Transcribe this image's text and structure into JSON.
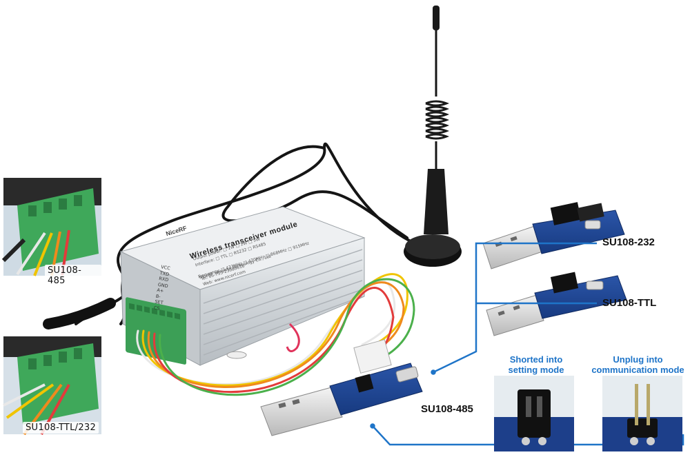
{
  "device": {
    "brand": "NiceRF",
    "title": "Wireless transceiver module",
    "pins": [
      "VCC",
      "TXD",
      "RXD",
      "GND",
      "A+",
      "B-",
      "SET",
      "CS"
    ],
    "spec_lines": [
      "Output power: □ 1W  □ 2W  □ 5W",
      "Interface: □ TTL  □ RS232  □ RS485",
      "Frequency: □ 433MHz □ 470MHz □ 868MHz □ 915MHz",
      "NiceRF Wireless Technology Co., Ltd",
      "Tel: 86-755-23080616",
      "Web: www.nicerf.com"
    ]
  },
  "insets": {
    "top_label": "SU108-485",
    "bottom_label": "SU108-TTL/232"
  },
  "adapters": {
    "a232": "SU108-232",
    "ttl": "SU108-TTL",
    "a485": "SU108-485"
  },
  "jumpers": {
    "shorted_caption": "Shorted into\nsetting mode",
    "unplug_caption": "Unplug into\ncommunication mode"
  },
  "colors": {
    "accent_blue": "#1e74c8",
    "pcb_blue": "#1d3f8a",
    "terminal_green": "#3fa85a",
    "aluminum": "#d9dde1"
  }
}
